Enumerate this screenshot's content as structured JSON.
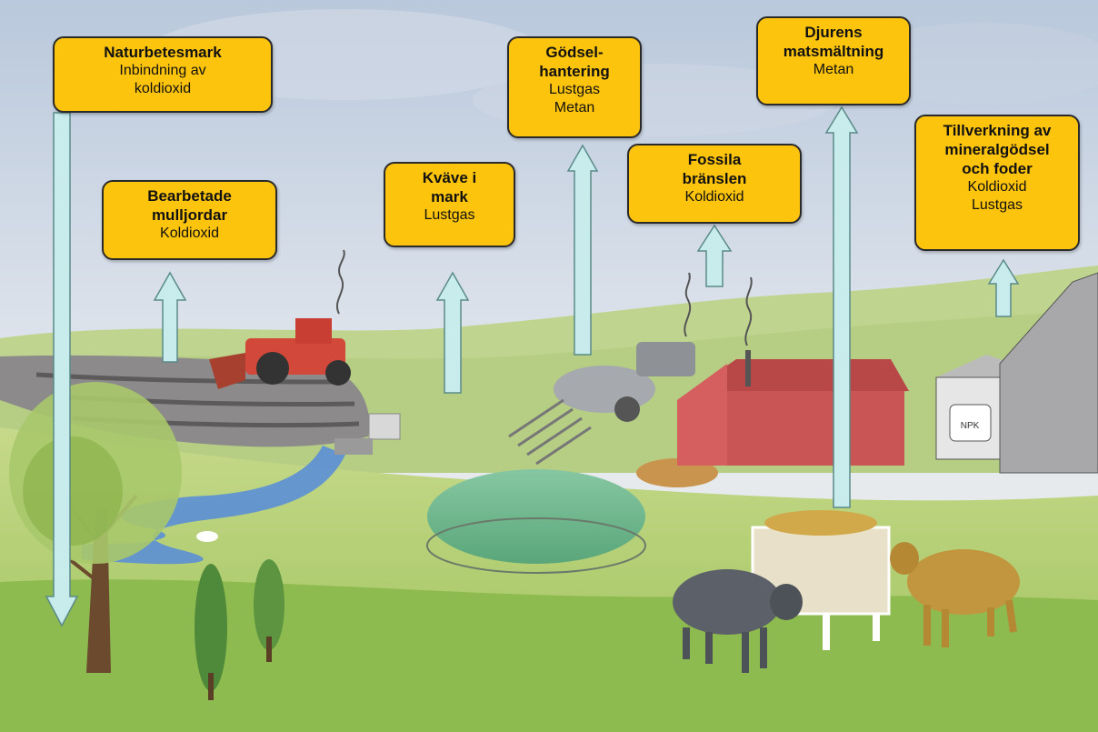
{
  "boxes": {
    "naturbetesmark": {
      "title": "Naturbetesmark",
      "lines": [
        "Inbindning av",
        "koldioxid"
      ]
    },
    "mulljordar": {
      "title_lines": [
        "Bearbetade",
        "mulljordar"
      ],
      "lines": [
        "Koldioxid"
      ]
    },
    "kvave": {
      "title_lines": [
        "Kväve i",
        "mark"
      ],
      "lines": [
        "Lustgas"
      ]
    },
    "godsel": {
      "title_lines": [
        "Gödsel-",
        "hantering"
      ],
      "lines": [
        "Lustgas",
        "Metan"
      ]
    },
    "fossila": {
      "title_lines": [
        "Fossila",
        "bränslen"
      ],
      "lines": [
        "Koldioxid"
      ]
    },
    "djurens": {
      "title_lines": [
        "Djurens",
        "matsmältning"
      ],
      "lines": [
        "Metan"
      ]
    },
    "tillverkning": {
      "title_lines": [
        "Tillverkning av",
        "mineralgödsel",
        "och foder"
      ],
      "lines": [
        "Koldioxid",
        "Lustgas"
      ]
    }
  },
  "bag_label": "NPK",
  "colors": {
    "box_fill": "#fdc40e",
    "arrow_fill": "#c8ecec",
    "arrow_stroke": "#5a8a8a"
  }
}
